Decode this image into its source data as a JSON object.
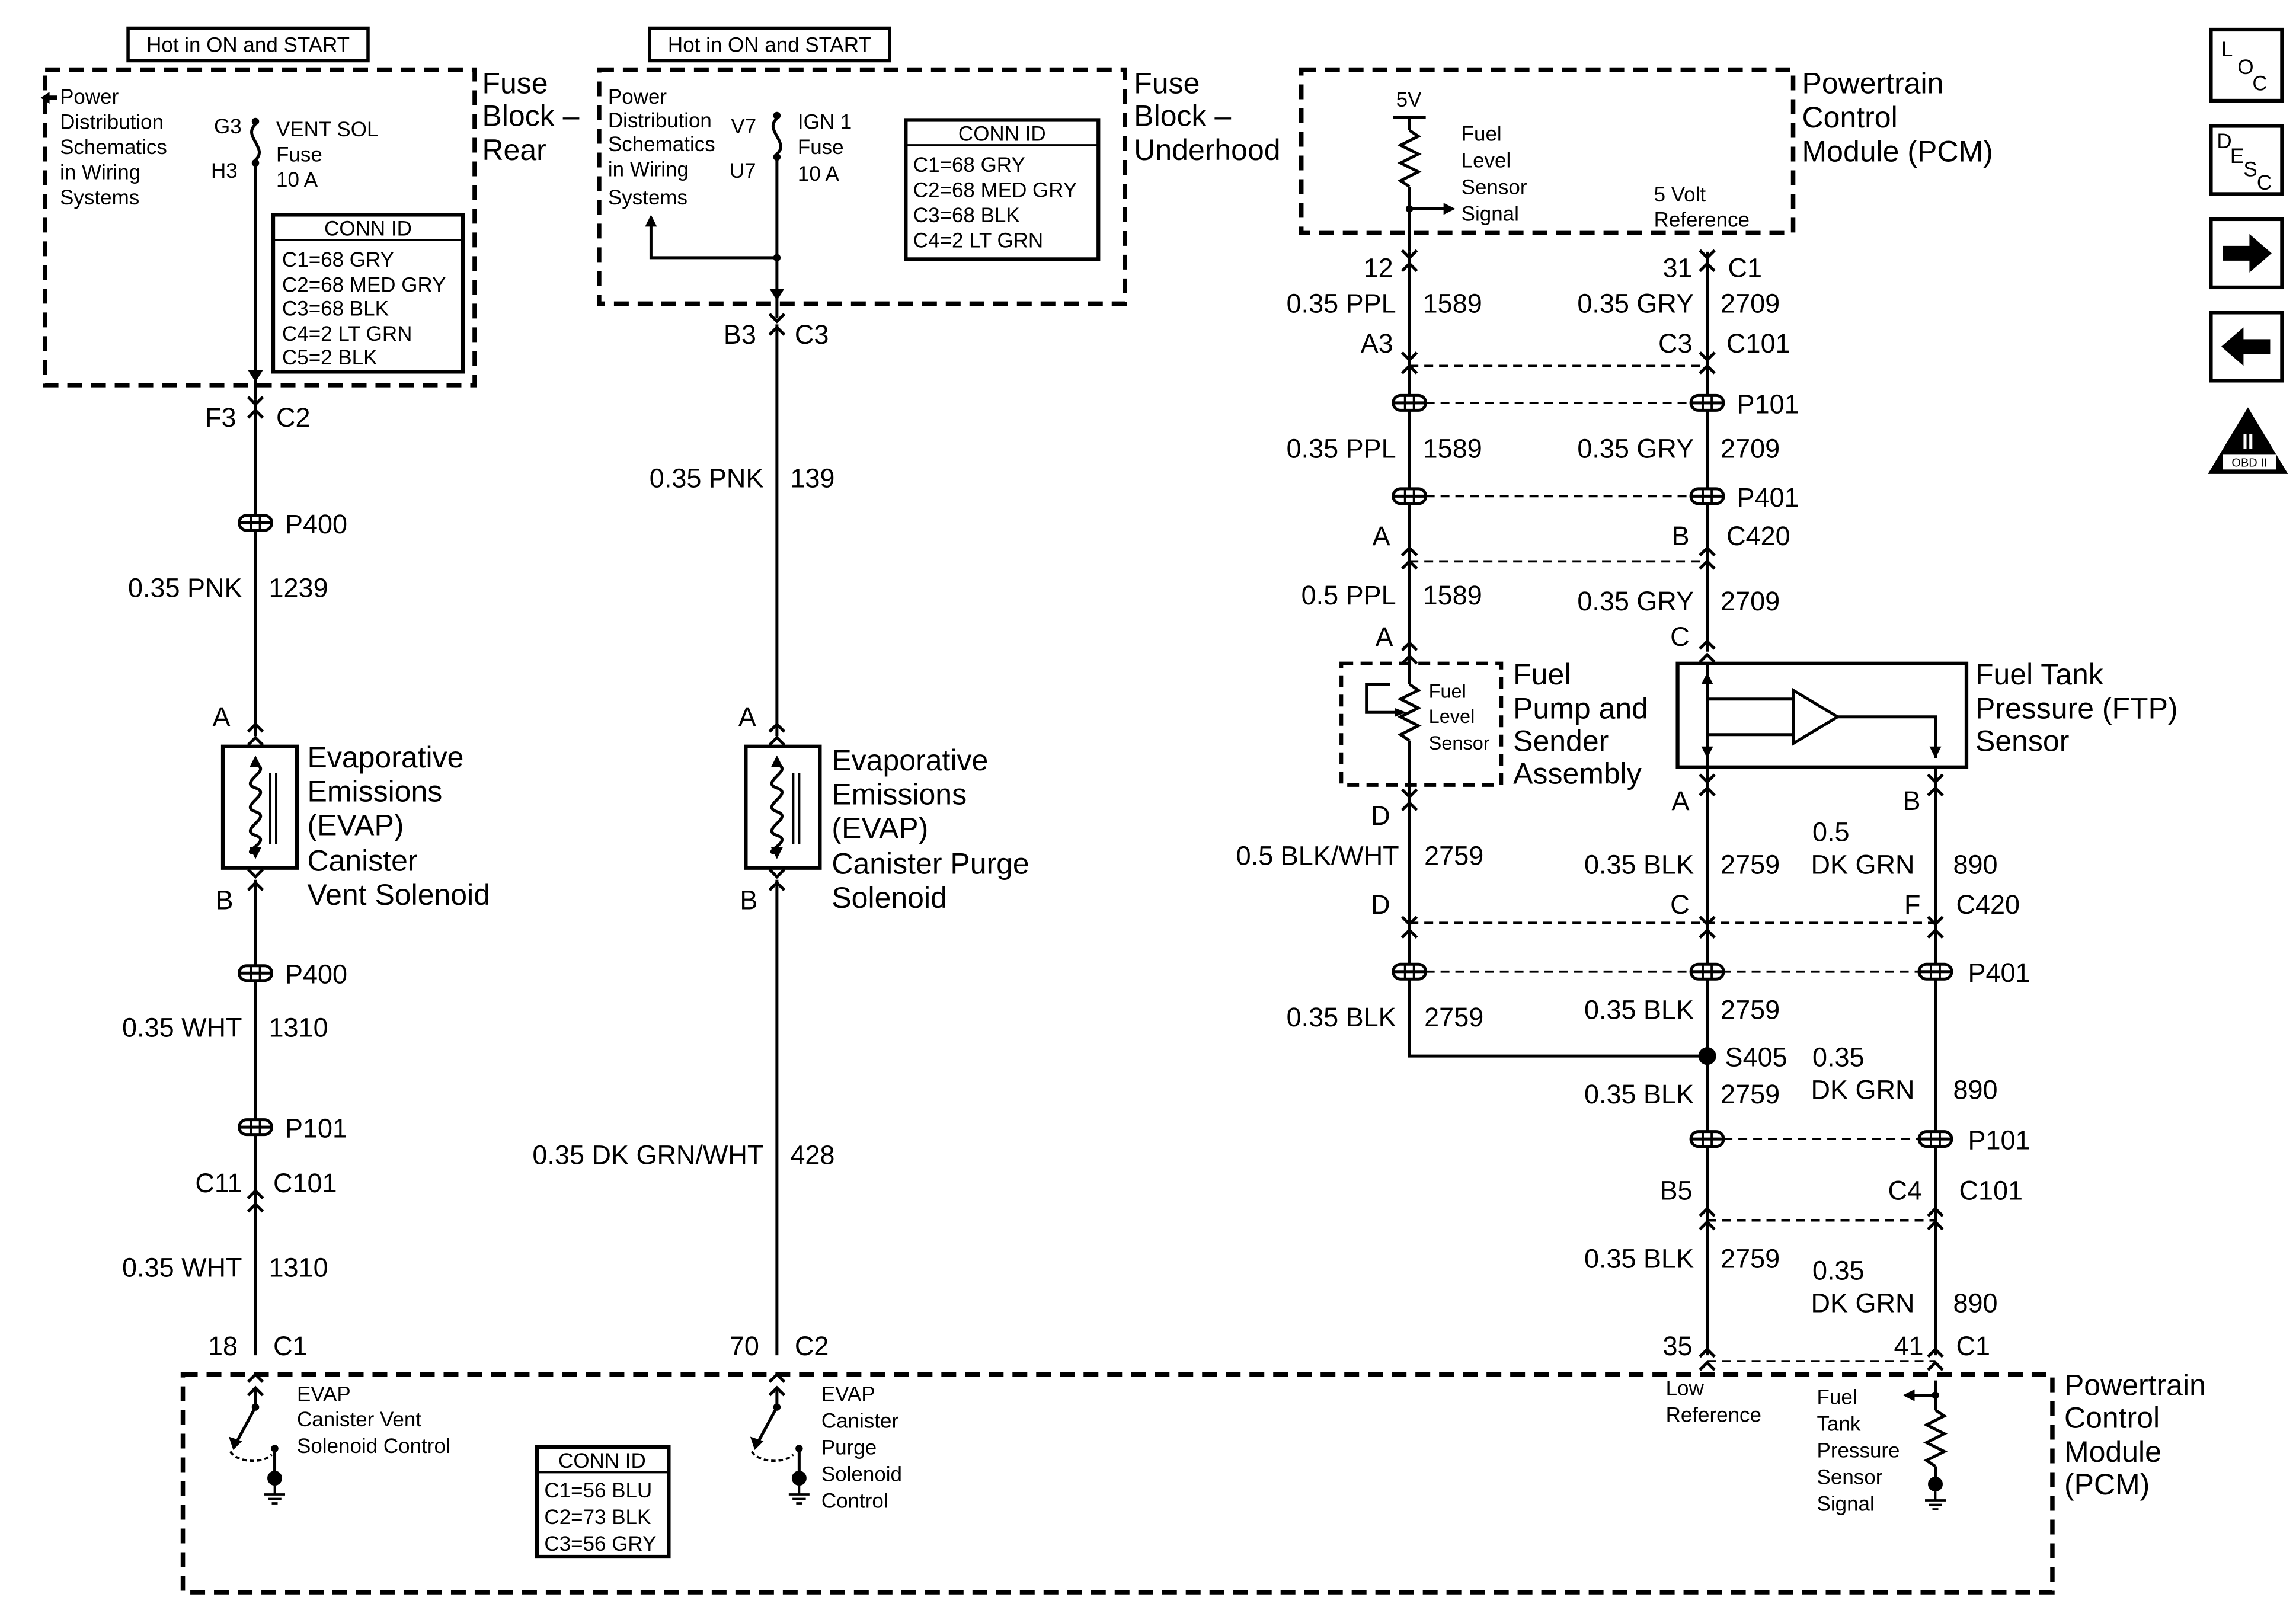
{
  "fuse_rear": {
    "hot_label": "Hot in ON and START",
    "title": [
      "Fuse",
      "Block –",
      "Rear"
    ],
    "pds": [
      "Power",
      "Distribution",
      "Schematics",
      "in Wiring",
      "Systems"
    ],
    "terminal_top": "G3",
    "terminal_bottom": "H3",
    "fuse": [
      "VENT SOL",
      "Fuse",
      "10 A"
    ],
    "conn_title": "CONN ID",
    "conn": [
      "C1=68 GRY",
      "C2=68 MED GRY",
      "C3=68 BLK",
      "C4=2 LT GRN",
      "C5=2 BLK"
    ]
  },
  "fuse_underhood": {
    "hot_label": "Hot in ON and START",
    "title": [
      "Fuse",
      "Block –",
      "Underhood"
    ],
    "pds": [
      "Power",
      "Distribution",
      "Schematics",
      "in Wiring",
      "Systems"
    ],
    "terminal_top": "V7",
    "terminal_bottom": "U7",
    "fuse": [
      "IGN 1",
      "Fuse",
      "10 A"
    ],
    "conn_title": "CONN ID",
    "conn": [
      "C1=68 GRY",
      "C2=68 MED GRY",
      "C3=68 BLK",
      "C4=2 LT GRN"
    ]
  },
  "pcm_top": {
    "title": [
      "Powertrain",
      "Control",
      "Module (PCM)"
    ],
    "volt": "5V",
    "fuel_level": [
      "Fuel",
      "Level",
      "Sensor",
      "Signal"
    ],
    "ref": [
      "5 Volt",
      "Reference"
    ]
  },
  "pcm_bottom": {
    "title": [
      "Powertrain",
      "Control",
      "Module",
      "(PCM)"
    ],
    "vent_ctrl": [
      "EVAP",
      "Canister Vent",
      "Solenoid Control"
    ],
    "purge_ctrl": [
      "EVAP",
      "Canister",
      "Purge",
      "Solenoid",
      "Control"
    ],
    "low_ref": [
      "Low",
      "Reference"
    ],
    "ftp_signal": [
      "Fuel",
      "Tank",
      "Pressure",
      "Sensor",
      "Signal"
    ],
    "conn_title": "CONN ID",
    "conn": [
      "C1=56 BLU",
      "C2=73 BLK",
      "C3=56 GRY"
    ]
  },
  "components": {
    "vent_solenoid": [
      "Evaporative",
      "Emissions",
      "(EVAP)",
      "Canister",
      "Vent Solenoid"
    ],
    "purge_solenoid": [
      "Evaporative",
      "Emissions",
      "(EVAP)",
      "Canister Purge",
      "Solenoid"
    ],
    "fuel_pump": [
      "Fuel",
      "Pump and",
      "Sender",
      "Assembly"
    ],
    "fuel_level_inner": [
      "Fuel",
      "Level",
      "Sensor"
    ],
    "ftp_sensor": [
      "Fuel Tank",
      "Pressure (FTP)",
      "Sensor"
    ]
  },
  "col1": {
    "conn_fb": "F3",
    "conn_fb_c": "C2",
    "p400_a": "P400",
    "wire1": "0.35 PNK",
    "circ1": "1239",
    "pin_a": "A",
    "pin_b": "B",
    "p400_b": "P400",
    "wire2": "0.35 WHT",
    "circ2": "1310",
    "p101": "P101",
    "c11": "C11",
    "c101": "C101",
    "wire3": "0.35 WHT",
    "circ3": "1310",
    "pcm_pin": "18",
    "pcm_conn": "C1"
  },
  "col2": {
    "conn_fb": "B3",
    "conn_fb_c": "C3",
    "wire1": "0.35 PNK",
    "circ1": "139",
    "pin_a": "A",
    "pin_b": "B",
    "wire2": "0.35 DK GRN/WHT",
    "circ2": "428",
    "pcm_pin": "70",
    "pcm_conn": "C2"
  },
  "col3": {
    "pcm_pin": "12",
    "wire1": "0.35 PPL",
    "circ1": "1589",
    "a3": "A3",
    "wire2": "0.35 PPL",
    "circ2": "1589",
    "pin_a": "A",
    "wire3": "0.5 PPL",
    "circ3": "1589",
    "pin_a2": "A",
    "pin_d": "D",
    "wire4": "0.5 BLK/WHT",
    "circ4": "2759",
    "pin_d2": "D",
    "wire5": "0.35 BLK",
    "circ5": "2759"
  },
  "col4": {
    "pcm_pin": "31",
    "pcm_conn": "C1",
    "wire1": "0.35 GRY",
    "circ1": "2709",
    "c3": "C3",
    "c101": "C101",
    "p101": "P101",
    "wire2": "0.35 GRY",
    "circ2": "2709",
    "p401": "P401",
    "pin_b": "B",
    "c420": "C420",
    "wire3": "0.35 GRY",
    "circ3": "2709",
    "pin_c": "C",
    "ftp_a": "A",
    "wire4": "0.35 BLK",
    "circ4": "2759",
    "pin_c2": "C",
    "wire5": "0.35 BLK",
    "circ5": "2759",
    "s405": "S405",
    "wire6": "0.35 BLK",
    "circ6": "2759",
    "b5": "B5",
    "wire7": "0.35 BLK",
    "circ7": "2759",
    "pcm_pin2": "35"
  },
  "col5": {
    "ftp_b": "B",
    "wire1": [
      "0.5",
      "DK GRN"
    ],
    "circ1": "890",
    "pin_f": "F",
    "c420": "C420",
    "p401": "P401",
    "wire2": [
      "0.35",
      "DK GRN"
    ],
    "circ2": "890",
    "p101": "P101",
    "c4": "C4",
    "c101": "C101",
    "wire3": [
      "0.35",
      "DK GRN"
    ],
    "circ3": "890",
    "pcm_pin": "41",
    "pcm_conn": "C1"
  },
  "side_icons": {
    "loc": [
      "L",
      "O",
      "C"
    ],
    "desc": [
      "D",
      "E",
      "S",
      "C"
    ],
    "obd": [
      "II",
      "OBD II"
    ],
    "icon_names": [
      "loc-icon",
      "desc-icon",
      "next-arrow-icon",
      "prev-arrow-icon",
      "obd-ii-icon"
    ]
  }
}
